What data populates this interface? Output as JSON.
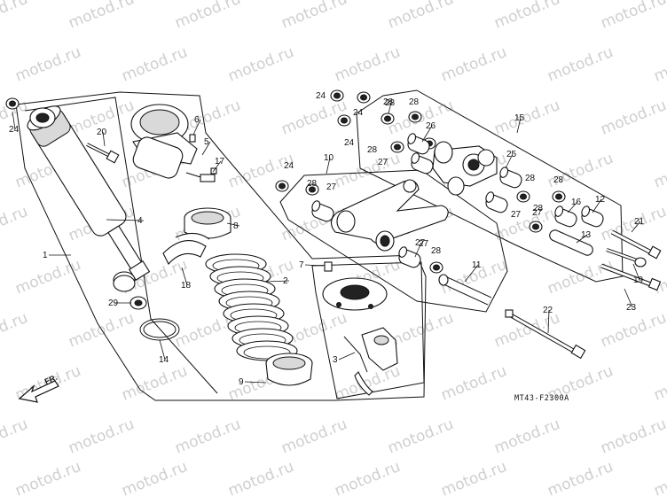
{
  "watermark": "motod.ru",
  "diagram_code": "MT43-F2300A",
  "direction_label": "FR.",
  "callouts": [
    "1",
    "2",
    "3",
    "4",
    "5",
    "6",
    "7",
    "8",
    "9",
    "10",
    "11",
    "12",
    "13",
    "14",
    "15",
    "16",
    "17",
    "18",
    "19",
    "20",
    "21",
    "22",
    "23",
    "24",
    "25",
    "26",
    "27",
    "28",
    "29"
  ]
}
